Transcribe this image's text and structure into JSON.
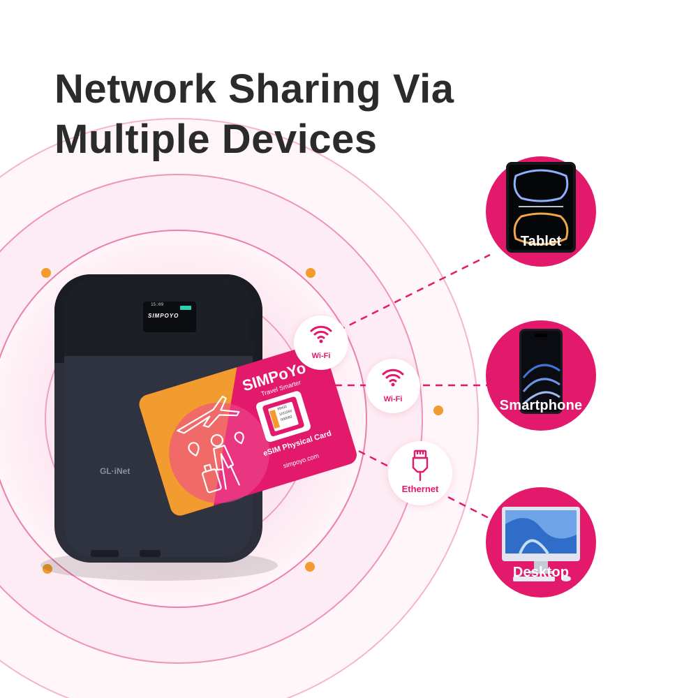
{
  "heading": {
    "line1": "Network Sharing Via",
    "line2": "Multiple Devices"
  },
  "devices": [
    {
      "label": "Tablet",
      "icon": "tablet-icon"
    },
    {
      "label": "Smartphone",
      "icon": "smartphone-icon"
    },
    {
      "label": "Desktop",
      "icon": "desktop-icon"
    }
  ],
  "connections": [
    {
      "label": "Wi-Fi",
      "icon": "wifi-icon"
    },
    {
      "label": "Wi-Fi",
      "icon": "wifi-icon"
    },
    {
      "label": "Ethernet",
      "icon": "ethernet-icon"
    }
  ],
  "router": {
    "brand": "GL·iNet",
    "screen_logo": "SIMPOYO",
    "screen_time": "15:09"
  },
  "sim_card": {
    "brand": "SIMPoYo",
    "tagline": "Travel Smarter",
    "type": "eSIM Physical Card",
    "website": "simpoyo.com",
    "chip_code1": "89432",
    "chip_code2": "1161050",
    "chip_code3": "000083"
  },
  "colors": {
    "accent": "#e3196b",
    "orange": "#f29b2e",
    "dark_text": "#2b2b2b",
    "router_body": "#2c2f3a"
  }
}
